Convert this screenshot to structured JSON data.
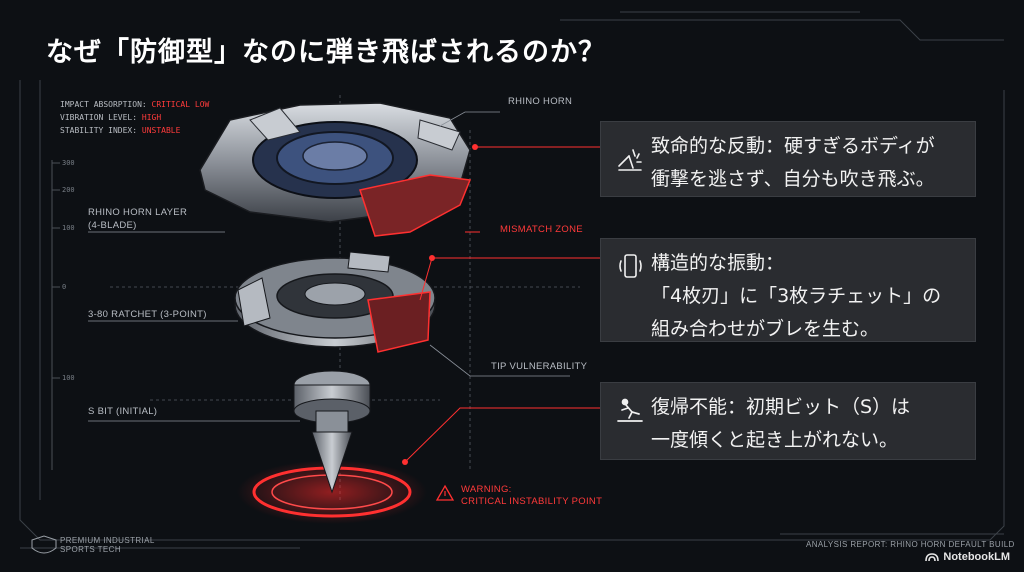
{
  "title": "なぜ「防御型」なのに弾き飛ばされるのか？",
  "stats": {
    "impact_label": "IMPACT ABSORPTION:",
    "impact_value": "CRITICAL LOW",
    "vibration_label": "VIBRATION LEVEL:",
    "vibration_value": "HIGH",
    "stability_label": "STABILITY INDEX:",
    "stability_value": "UNSTABLE"
  },
  "scale_ticks": [
    "300",
    "200",
    "100",
    "0",
    "100"
  ],
  "labels": {
    "rhino_horn": "RHINO HORN",
    "rhino_horn_layer": "RHINO HORN LAYER",
    "rhino_horn_layer_sub": "(4-BLADE)",
    "mismatch_zone": "MISMATCH ZONE",
    "ratchet": "3-80 RATCHET (3-POINT)",
    "tip_vulnerability": "TIP VULNERABILITY",
    "s_bit": "S BIT (INITIAL)",
    "warning_line1": "WARNING:",
    "warning_line2": "CRITICAL INSTABILITY POINT"
  },
  "cards": [
    {
      "icon": "impact-icon",
      "line1": "致命的な反動：硬すぎるボディが",
      "line2": "衝撃を逃さず、自分も吹き飛ぶ。"
    },
    {
      "icon": "vibrating-phone-icon",
      "line1": "構造的な振動：",
      "line2": "「4枚刃」に「3枚ラチェット」の",
      "line3": "組み合わせがブレを生む。"
    },
    {
      "icon": "falling-person-icon",
      "line1": "復帰不能：初期ビット（S）は",
      "line2": "一度傾くと起き上がれない。"
    }
  ],
  "footer": {
    "company_line1": "PREMIUM INDUSTRIAL",
    "company_line2": "SPORTS TECH",
    "report": "ANALYSIS REPORT: RHINO HORN DEFAULT BUILD",
    "brand": "NotebookLM"
  },
  "colors": {
    "background": "#0d1014",
    "accent_red": "#ff3030",
    "card_bg": "#2a2c30"
  }
}
